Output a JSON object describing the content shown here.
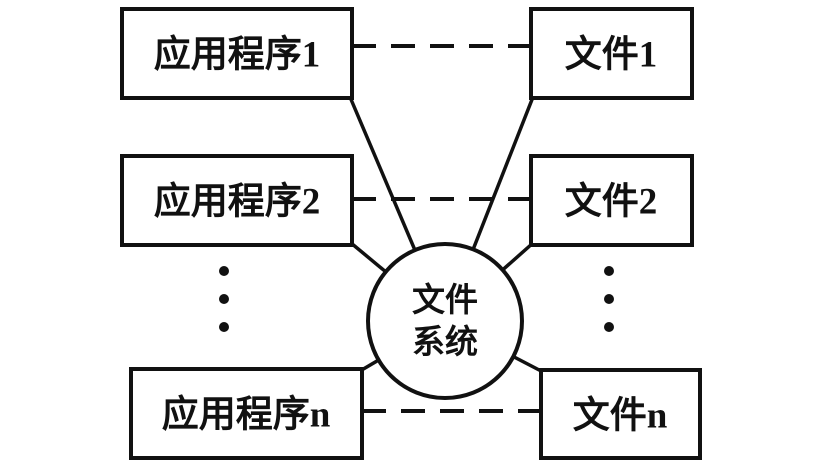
{
  "diagram": {
    "title": "file-system-architecture-diagram",
    "left_boxes": [
      {
        "label": "应用程序1"
      },
      {
        "label": "应用程序2"
      },
      {
        "label": "应用程序n"
      }
    ],
    "right_boxes": [
      {
        "label": "文件1"
      },
      {
        "label": "文件2"
      },
      {
        "label": "文件n"
      }
    ],
    "center": {
      "line1": "文件",
      "line2": "系统"
    },
    "colors": {
      "stroke": "#111111",
      "background": "#ffffff"
    }
  }
}
